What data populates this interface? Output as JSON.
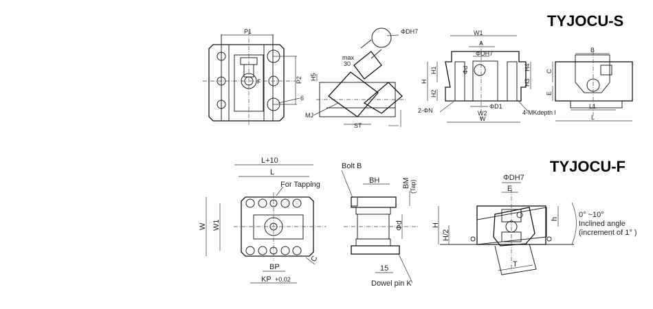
{
  "series_s": {
    "title": "TYJOCU-S",
    "top_view": {
      "p1": "P1",
      "p2": "P2",
      "f": "F",
      "six": "6"
    },
    "side_view": {
      "dh7": "ΦDH7",
      "max": "max",
      "thirty": "30",
      "h5": "H5",
      "mj": "MJ",
      "st": "ST"
    },
    "front_view": {
      "w1": "W1",
      "a": "A",
      "dh7": "ΦDH7",
      "d": "Φd",
      "h": "H",
      "h1": "H1",
      "h2": "H2",
      "h4": "H4",
      "h3": "H3",
      "n": "2-ΦN",
      "d1": "ΦD1",
      "w2": "W2",
      "mk": "4-MKdepth l",
      "w": "W"
    },
    "end_view": {
      "b": "B",
      "c": "C",
      "e": "E",
      "l1": "L1",
      "l": "L"
    }
  },
  "series_f": {
    "title": "TYJOCU-F",
    "top_view": {
      "l10": "L+10",
      "l": "L",
      "tapping": "For Tapping",
      "w": "W",
      "w1": "W1",
      "bp": "BP",
      "kp": "KP",
      "kp_tol": "+0.02",
      "c": "C"
    },
    "side_view": {
      "bolt": "Bolt B",
      "bh": "BH",
      "bm": "BM",
      "tap": "(Tap)",
      "d": "Φd",
      "fifteen": "15",
      "dowel": "Dowel pin K"
    },
    "front_view": {
      "dh7": "ΦDH7",
      "e": "E",
      "h": "H",
      "h2": "H/2",
      "hs": "h",
      "angle": "0° ~10°",
      "inclined": "Inclined angle",
      "increment": "(increment of 1° )",
      "t": "T"
    }
  }
}
